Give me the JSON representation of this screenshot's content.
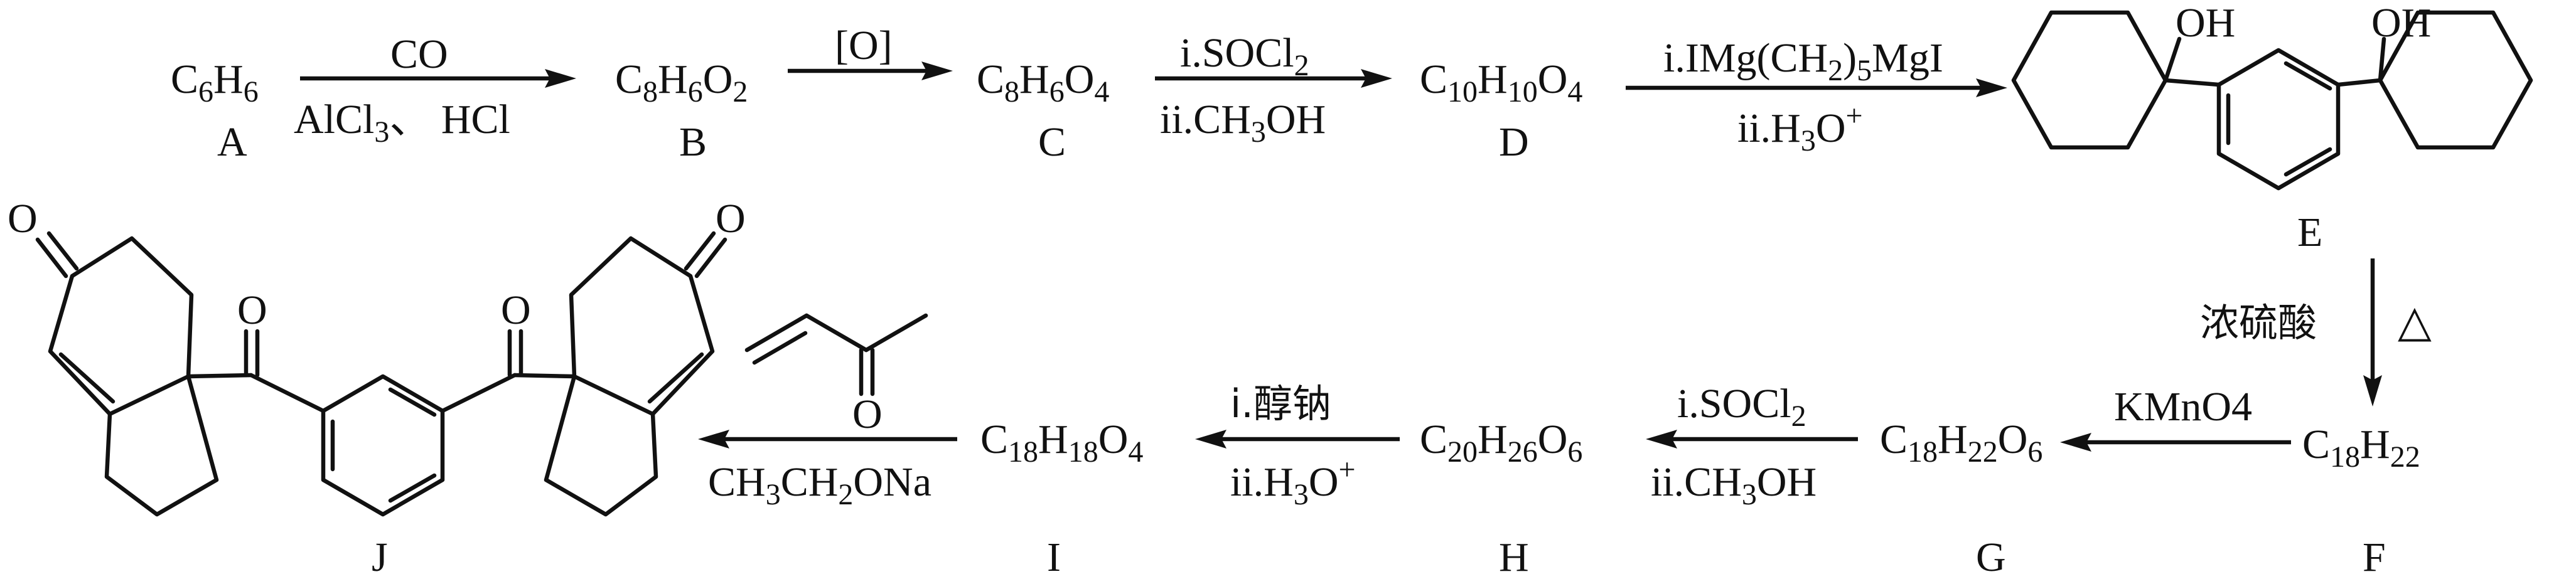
{
  "compounds": {
    "A": {
      "formula": [
        "C",
        "6",
        "H",
        "6"
      ],
      "label": "A"
    },
    "B": {
      "formula": [
        "C",
        "8",
        "H",
        "6",
        "O",
        "2"
      ],
      "label": "B"
    },
    "C": {
      "formula": [
        "C",
        "8",
        "H",
        "6",
        "O",
        "4"
      ],
      "label": "C"
    },
    "D": {
      "formula": [
        "C",
        "10",
        "H",
        "10",
        "O",
        "4"
      ],
      "label": "D"
    },
    "E": {
      "label": "E",
      "oh": [
        "O",
        "H"
      ]
    },
    "F": {
      "formula": [
        "C",
        "18",
        "H",
        "22"
      ],
      "label": "F"
    },
    "G": {
      "formula": [
        "C",
        "18",
        "H",
        "22",
        "O",
        "6"
      ],
      "label": "G"
    },
    "H": {
      "formula": [
        "C",
        "20",
        "H",
        "26",
        "O",
        "6"
      ],
      "label": "H"
    },
    "I": {
      "formula": [
        "C",
        "18",
        "H",
        "18",
        "O",
        "4"
      ],
      "label": "I"
    },
    "J": {
      "label": "J",
      "oxygen": "O"
    },
    "reagent": {
      "oxygen": "O"
    }
  },
  "conditions": {
    "a_to_b": {
      "top": "CO",
      "bottom": [
        "AlCl",
        "3",
        "、 HCl"
      ]
    },
    "b_to_c": {
      "top": "[O]"
    },
    "c_to_d": {
      "top": [
        "i.SOCl",
        "2"
      ],
      "bottom": [
        "ii.CH",
        "3",
        "OH"
      ]
    },
    "d_to_e": {
      "top": [
        "i.IMg(CH",
        "2",
        ")",
        "5",
        "MgI"
      ],
      "bottom": [
        "ii.H",
        "3",
        "O",
        "+"
      ]
    },
    "e_to_f": {
      "left": "浓硫酸",
      "right": "△"
    },
    "f_to_g": {
      "top": "KMnO4"
    },
    "g_to_h": {
      "top": [
        "i.SOCl",
        "2"
      ],
      "bottom": [
        "ii.CH",
        "3",
        "OH"
      ]
    },
    "h_to_i": {
      "top": "i.醇钠",
      "bottom": [
        "ii.H",
        "3",
        "O",
        "+"
      ]
    },
    "i_to_j": {
      "bottom": [
        "CH",
        "3",
        "CH",
        "2",
        "ONa"
      ]
    }
  }
}
